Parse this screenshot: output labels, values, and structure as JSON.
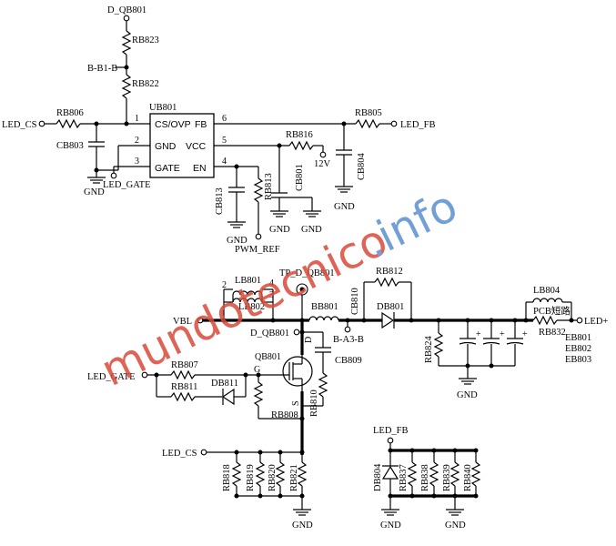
{
  "watermark": {
    "text_main": "mundotecnico",
    "text_suffix": ".info",
    "color_main": "#d94a3a",
    "color_suffix": "#5a8fd0"
  },
  "nets": {
    "d_qb801_top": "D_QB801",
    "b_b1_b": "B-B1-B",
    "led_cs_top": "LED_CS",
    "led_fb_top": "LED_FB",
    "led_gate_small": "LED_GATE",
    "gnd1": "GND",
    "gnd2": "GND",
    "gnd3": "GND",
    "gnd4": "GND",
    "v12": "12V",
    "pwm_ref": "PWM_REF",
    "tp_d_qb801": "TP_D_QB801",
    "vbl": "VBL",
    "d_qb801_mid": "D_QB801",
    "b_a3_b": "B-A3-B",
    "led_gate": "LED_GATE",
    "led_cs_bottom": "LED_CS",
    "led_fb_bottom": "LED_FB",
    "led_plus": "LED+",
    "gnd5": "GND",
    "gnd6": "GND",
    "gnd7": "GND",
    "gnd8": "GND",
    "pcb_short": "PCB短路"
  },
  "components": {
    "rb823": "RB823",
    "rb822": "RB822",
    "rb806": "RB806",
    "cb803": "CB803",
    "ub801": "UB801",
    "rb805": "RB805",
    "rb816": "RB816",
    "cb804": "CB804",
    "cb801": "CB801",
    "rb813": "RB813",
    "cb813": "CB813",
    "lb801": "LB801",
    "lb802": "LB802",
    "bb801": "BB801",
    "cb810": "CB810",
    "rb812": "RB812",
    "db801": "DB801",
    "lb804": "LB804",
    "rb832": "RB832",
    "rb824": "RB824",
    "qb801": "QB801",
    "cb809": "CB809",
    "rb807": "RB807",
    "rb811": "RB811",
    "db811": "DB811",
    "rb808": "RB808",
    "rb810": "RB810",
    "rb818": "RB818",
    "rb819": "RB819",
    "rb820": "RB820",
    "rb821": "RB821",
    "db804": "DB804",
    "rb837": "RB837",
    "rb838": "RB838",
    "rb839": "RB839",
    "rb840": "RB840",
    "eb801": "EB801",
    "eb802": "EB802",
    "eb803": "EB803"
  },
  "ic": {
    "pin1_name": "CS/OVP",
    "pin2_name": "GND",
    "pin3_name": "GATE",
    "pin6_name": "FB",
    "pin5_name": "VCC",
    "pin4_name": "EN",
    "pin1": "1",
    "pin2": "2",
    "pin3": "3",
    "pin4": "4",
    "pin5": "5",
    "pin6": "6"
  },
  "pins": {
    "l2": "2",
    "l4": "4",
    "l3": "3",
    "g": "G",
    "d": "D",
    "s": "S"
  }
}
